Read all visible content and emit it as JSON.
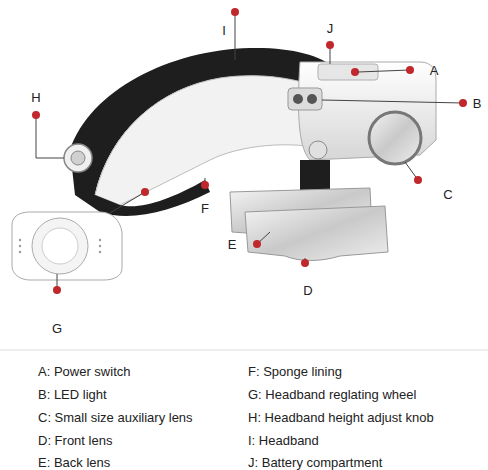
{
  "diagram": {
    "labels": [
      "I",
      "J",
      "A",
      "B",
      "H",
      "C",
      "F",
      "E",
      "D",
      "G",
      "A: Power switch",
      "F: Sponge lining",
      "B: LED light",
      "G: Headband reglating wheel",
      "C: Small size auxiliary lens",
      "H: Headband height adjust knob",
      "D: Front lens",
      "I: Headband",
      "E: Back lens",
      "J: Battery compartment"
    ]
  }
}
